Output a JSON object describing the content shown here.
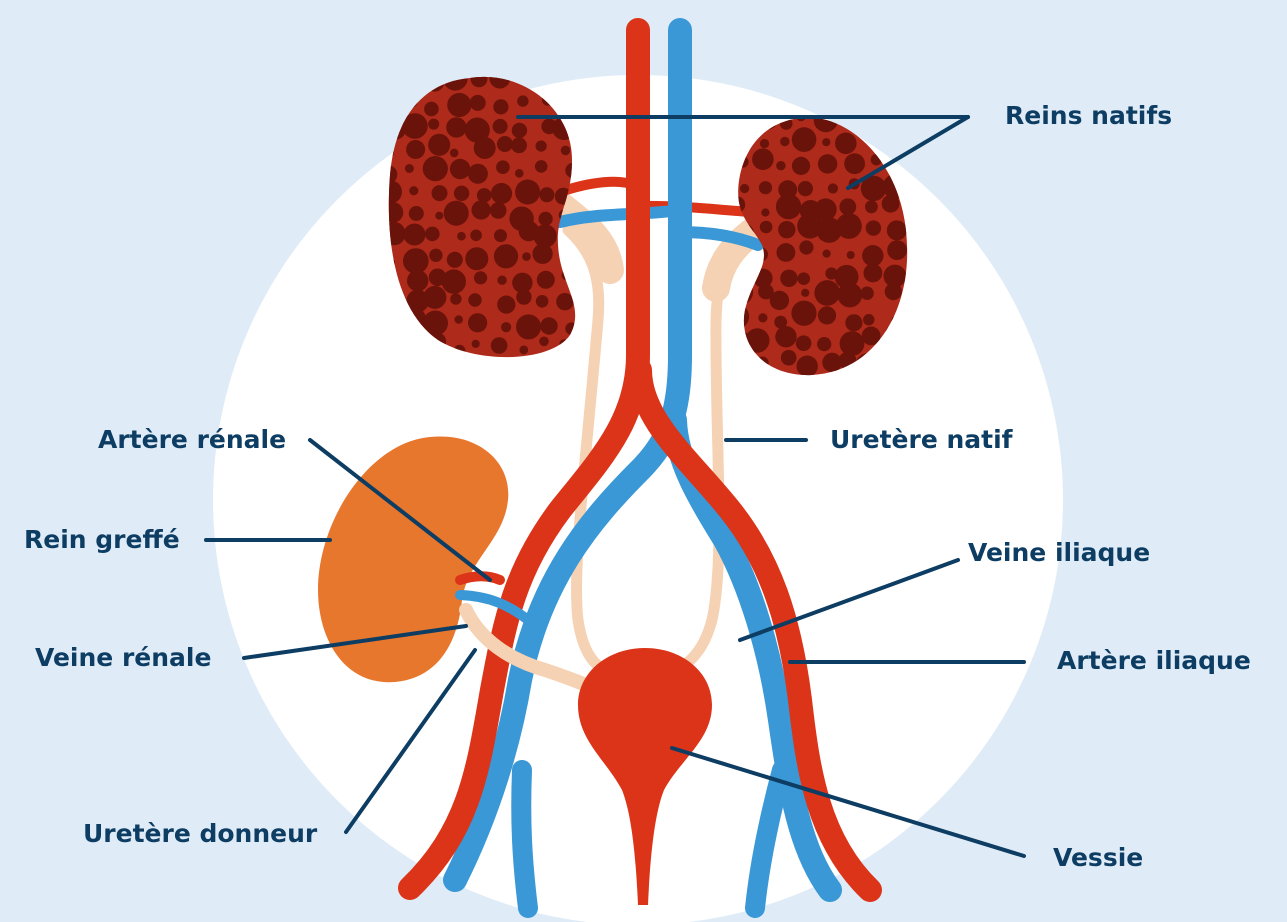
{
  "colors": {
    "background": "#dfecf7",
    "circle": "#ffffff",
    "artery": "#dc3418",
    "vein": "#3a98d6",
    "ureter": "#f6d2b4",
    "native_kidney": "#ae2a1a",
    "kidney_spots": "#6a130b",
    "graft_kidney": "#e8772e",
    "bladder": "#dc3418",
    "leader_line": "#0d3d63",
    "label_text": "#0d3d63"
  },
  "labels": {
    "reins_natifs": "Reins natifs",
    "uretere_natif": "Uretère natif",
    "artere_renale": "Artère rénale",
    "rein_greffe": "Rein greffé",
    "veine_iliaque": "Veine iliaque",
    "veine_renale": "Veine rénale",
    "artere_iliaque": "Artère iliaque",
    "uretere_donneur": "Uretère donneur",
    "vessie": "Vessie"
  }
}
